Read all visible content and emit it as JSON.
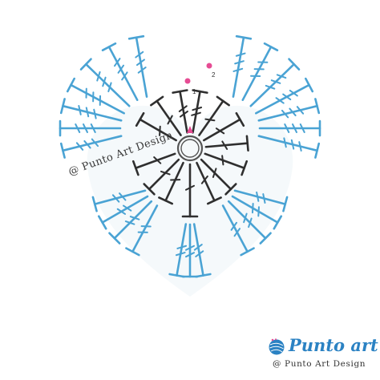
{
  "diagram": {
    "colors": {
      "inner_round": "#2f2f2f",
      "outer_round": "#4aa3d4",
      "marker": "#e64c94",
      "ring": "#555555",
      "ghost": "#e9f2f7"
    },
    "marker_labels": [
      "1",
      "2"
    ],
    "watermark_text": "@ Punto Art Design"
  },
  "logo": {
    "name": "Punto art",
    "tagline": "@ Punto Art Design",
    "ball_icon": "yarn-ball-icon"
  }
}
